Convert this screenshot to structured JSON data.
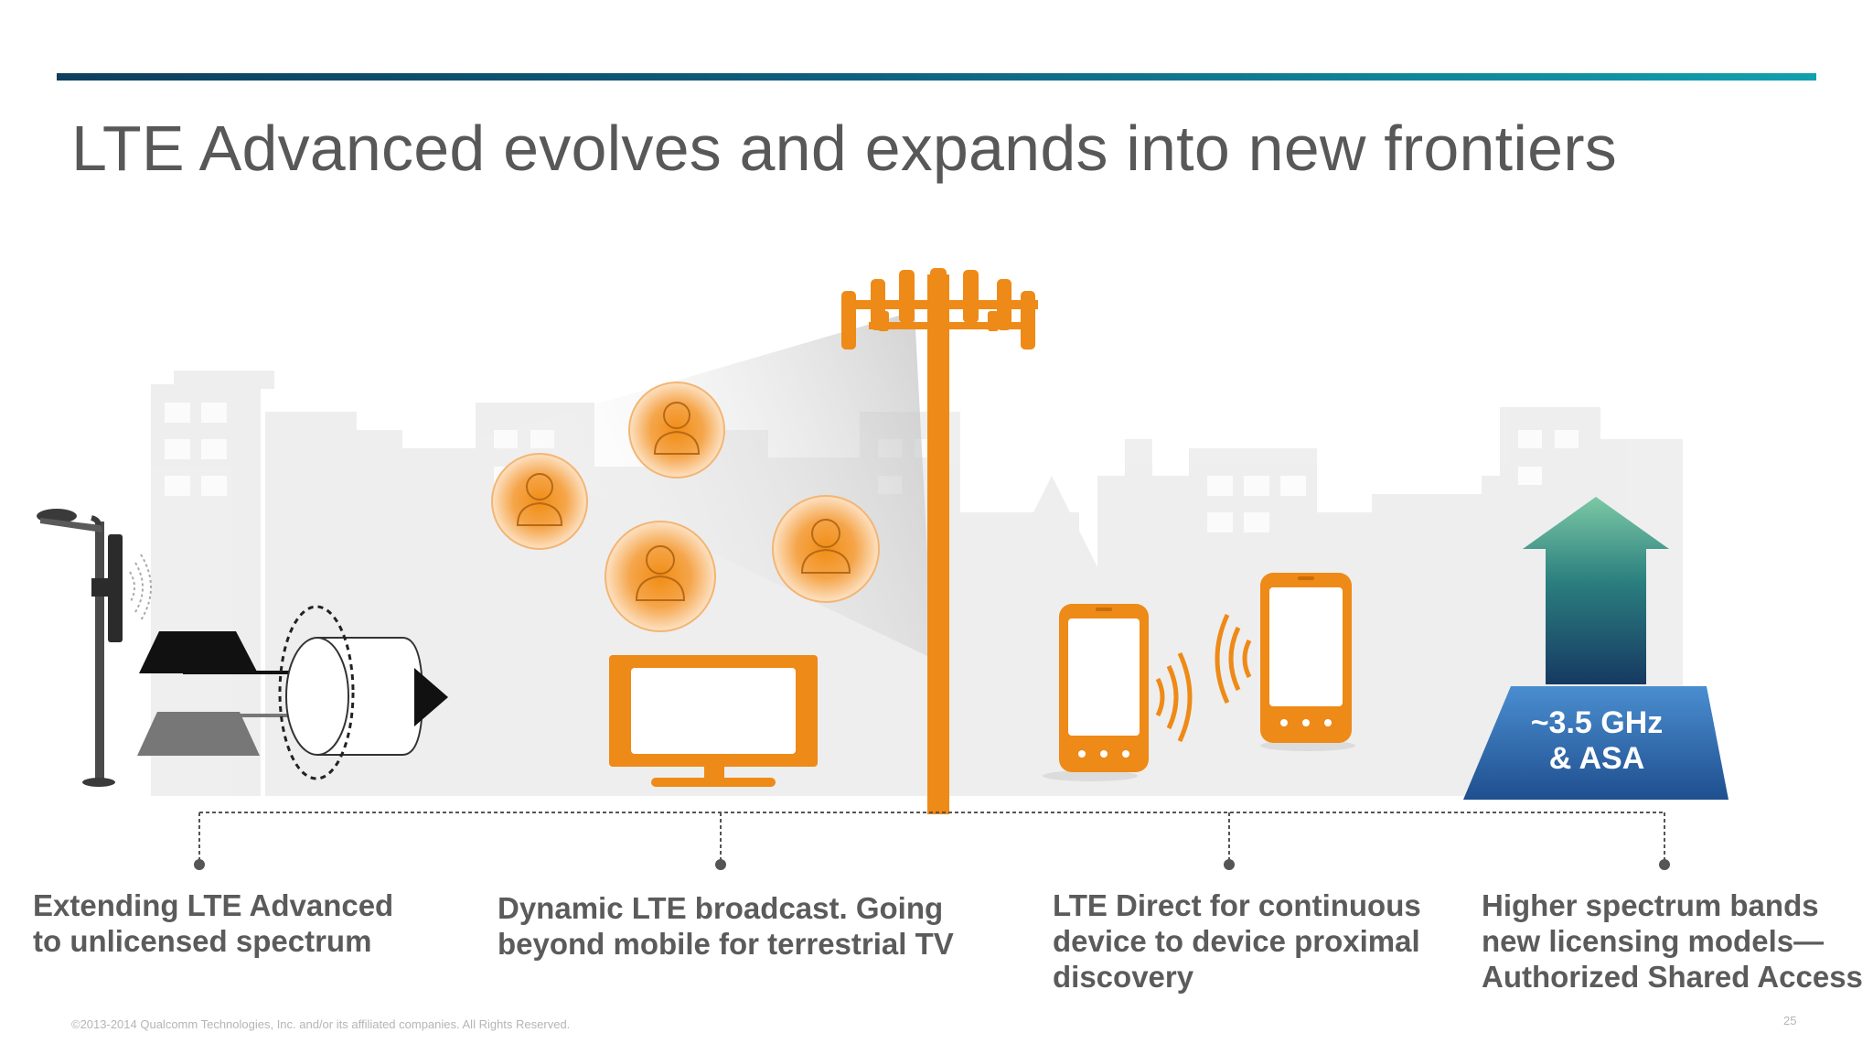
{
  "slide": {
    "title": "LTE Advanced evolves and expands into new frontiers",
    "footer": "©2013-2014 Qualcomm Technologies, Inc. and/or its affiliated companies. All Rights Reserved.",
    "page_number": "25"
  },
  "features": [
    {
      "label": "Extending LTE Advanced\nto  unlicensed spectrum"
    },
    {
      "label": "Dynamic LTE broadcast. Going\nbeyond mobile for terrestrial TV"
    },
    {
      "label": "LTE Direct for continuous\ndevice to device proximal\ndiscovery"
    },
    {
      "label": "Higher spectrum bands\nnew licensing models—\nAuthorized Shared Access"
    }
  ],
  "spectrum_block": {
    "line1": "~3.5 GHz",
    "line2": "& ASA"
  },
  "colors": {
    "accent_orange": "#ee8a17",
    "title_gray": "#585858",
    "label_gray": "#5b5b5b",
    "arrow_green": "#6fbf9e",
    "arrow_navy": "#153a5f",
    "block_blue": "#2a6fb0"
  },
  "icons": [
    "street-light-small-cell-icon",
    "cell-tower-icon",
    "person-icon",
    "tv-icon",
    "smartphone-icon",
    "signal-waves-icon",
    "up-arrow-icon"
  ]
}
